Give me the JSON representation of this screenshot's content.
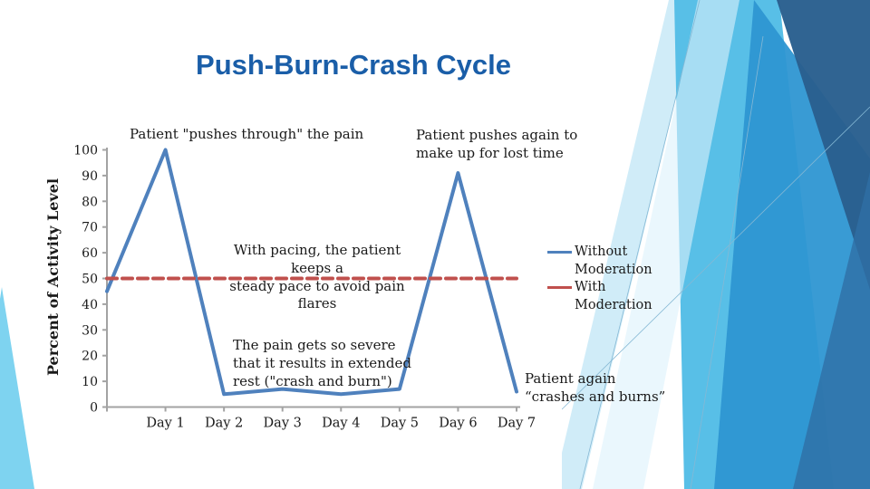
{
  "slide": {
    "title": "Push-Burn-Crash Cycle"
  },
  "annotations": {
    "push_through": "Patient \"pushes through\" the pain",
    "push_again": "Patient pushes again to\nmake up for lost time",
    "pacing": "With pacing, the patient keeps a\nsteady pace to avoid pain flares",
    "crash_rest": "The pain gets so severe\nthat it results in extended\nrest (\"crash and burn\")",
    "crash_again": "Patient again\n“crashes and burns”"
  },
  "colors": {
    "title_blue": "#1A5EA8",
    "axis_gray": "#A3A3A3",
    "without_moderation_blue": "#4F81BD",
    "with_moderation_red": "#C0504D",
    "deco_light_blue": "#58BFE7",
    "deco_dark_blue": "#295F8E",
    "deco_corner_wedge": "#7ED3F0"
  },
  "chart_data": {
    "type": "line",
    "categories": [
      "",
      "Day 1",
      "Day 2",
      "Day 3",
      "Day 4",
      "Day 5",
      "Day 6",
      "Day 7"
    ],
    "series": [
      {
        "name": "Without Moderation",
        "color": "#4F81BD",
        "style": "solid",
        "values": [
          45,
          100,
          5,
          7,
          5,
          7,
          91,
          6
        ]
      },
      {
        "name": "With Moderation",
        "color": "#C0504D",
        "style": "dashed",
        "values": [
          50,
          50,
          50,
          50,
          50,
          50,
          50,
          50
        ]
      }
    ],
    "title": "",
    "xlabel": "",
    "ylabel": "Percent of Activity Level",
    "yticks": [
      0,
      10,
      20,
      30,
      40,
      50,
      60,
      70,
      80,
      90,
      100
    ],
    "ylim": [
      0,
      100
    ],
    "grid": "off",
    "legend_position": "right"
  }
}
